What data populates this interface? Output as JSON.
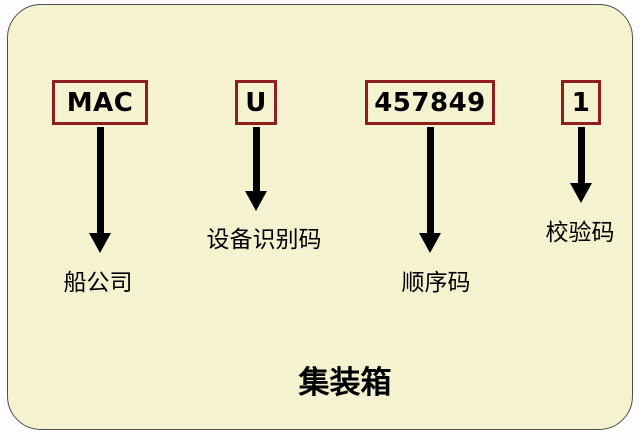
{
  "diagram": {
    "title": "集装箱",
    "colors": {
      "panel_bg": "#f5f2cf",
      "panel_border": "#4f4f4f",
      "box_border": "#8f1f1f",
      "text": "#000000",
      "arrow": "#000000",
      "outer_bg": "#fdfdfd"
    },
    "segments": [
      {
        "value": "MAC",
        "label": "船公司"
      },
      {
        "value": "U",
        "label": "设备识别码"
      },
      {
        "value": "457849",
        "label": "顺序码"
      },
      {
        "value": "1",
        "label": "校验码"
      }
    ]
  }
}
